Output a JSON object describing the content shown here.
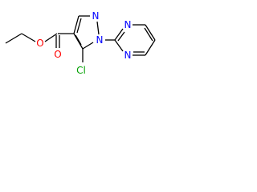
{
  "molecule": {
    "atoms": {
      "carbonyl_oxygen": "O",
      "ester_oxygen": "O",
      "chlorine": "Cl",
      "pyrazole_n1": "N",
      "pyrazole_n2": "N",
      "pyrimidine_n1": "N",
      "pyrimidine_n2": "N"
    },
    "colors": {
      "oxygen": "#ff0000",
      "nitrogen": "#0000ff",
      "chlorine": "#00a000",
      "bond": "#000000"
    }
  }
}
